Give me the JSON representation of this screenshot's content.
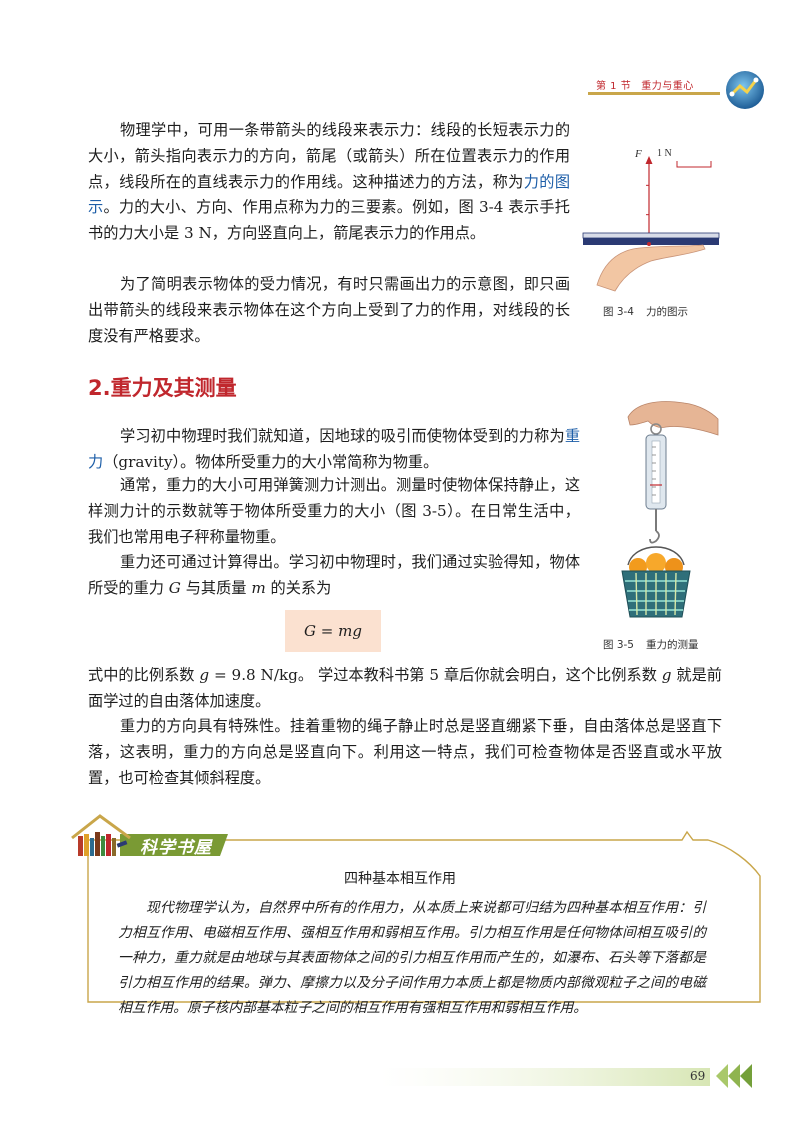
{
  "header": {
    "section": "第 1 节",
    "title": "重力与重心"
  },
  "paragraphs": {
    "p1": {
      "a": "物理学中，可用一条带箭头的线段来表示力：线段的长短表示力的大小，箭头指向表示力的方向，箭尾（或箭头）所在位置表示力的作用点，线段所在的直线表示力的作用线。这种描述力的方法，称为",
      "term": "力的图示",
      "b": "。力的大小、方向、作用点称为力的三要素。例如，图 3-4 表示手托书的力大小是 3 N，方向竖直向上，箭尾表示力的作用点。"
    },
    "p2": "为了简明表示物体的受力情况，有时只需画出力的示意图，即只画出带箭头的线段来表示物体在这个方向上受到了力的作用，对线段的长度没有严格要求。",
    "p3": {
      "a": "学习初中物理时我们就知道，因地球的吸引而使物体受到的力称为",
      "term": "重力",
      "b": "（gravity）。物体所受重力的大小常简称为物重。"
    },
    "p4": "通常，重力的大小可用弹簧测力计测出。测量时使物体保持静止，这样测力计的示数就等于物体所受重力的大小（图 3-5）。在日常生活中，我们也常用电子秤称量物重。",
    "p5": {
      "a": "重力还可通过计算得出。学习初中物理时，我们通过实验得知，物体所受的重力 ",
      "g": "G",
      "b": " 与其质量 ",
      "m": "m",
      "c": " 的关系为"
    },
    "p6": {
      "a": "式中的比例系数 ",
      "g": "g",
      "b": " = 9.8 N/kg。 学过本教科书第 5 章后你就会明白，这个比例系数 ",
      "g2": "g",
      "c": " 就是前面学过的自由落体加速度。"
    },
    "p7": "重力的方向具有特殊性。挂着重物的绳子静止时总是竖直绷紧下垂，自由落体总是竖直下落，这表明，重力的方向总是竖直向下。利用这一特点，我们可检查物体是否竖直或水平放置，也可检查其倾斜程度。"
  },
  "section_title": "2.重力及其测量",
  "formula": "G = mg",
  "figures": {
    "fig1": {
      "caption_num": "图 3-4",
      "caption_text": "力的图示",
      "force_label": "F",
      "scale_label": "1 N",
      "force_value_N": 3
    },
    "fig2": {
      "caption_num": "图 3-5",
      "caption_text": "重力的测量"
    }
  },
  "reading_box": {
    "badge": "科学书屋",
    "title": "四种基本相互作用",
    "text": "现代物理学认为，自然界中所有的作用力，从本质上来说都可归结为四种基本相互作用：引力相互作用、电磁相互作用、强相互作用和弱相互作用。引力相互作用是任何物体间相互吸引的一种力，重力就是由地球与其表面物体之间的引力相互作用而产生的，如瀑布、石头等下落都是引力相互作用的结果。弹力、摩擦力以及分子间作用力本质上都是物质内部微观粒子之间的电磁相互作用。原子核内部基本粒子之间的相互作用有强相互作用和弱相互作用。"
  },
  "footer": {
    "page_number": "69"
  },
  "colors": {
    "accent_red": "#c0272d",
    "term_blue": "#1d5ea8",
    "gold": "#c9a64a",
    "formula_bg": "#fbe1d0"
  }
}
